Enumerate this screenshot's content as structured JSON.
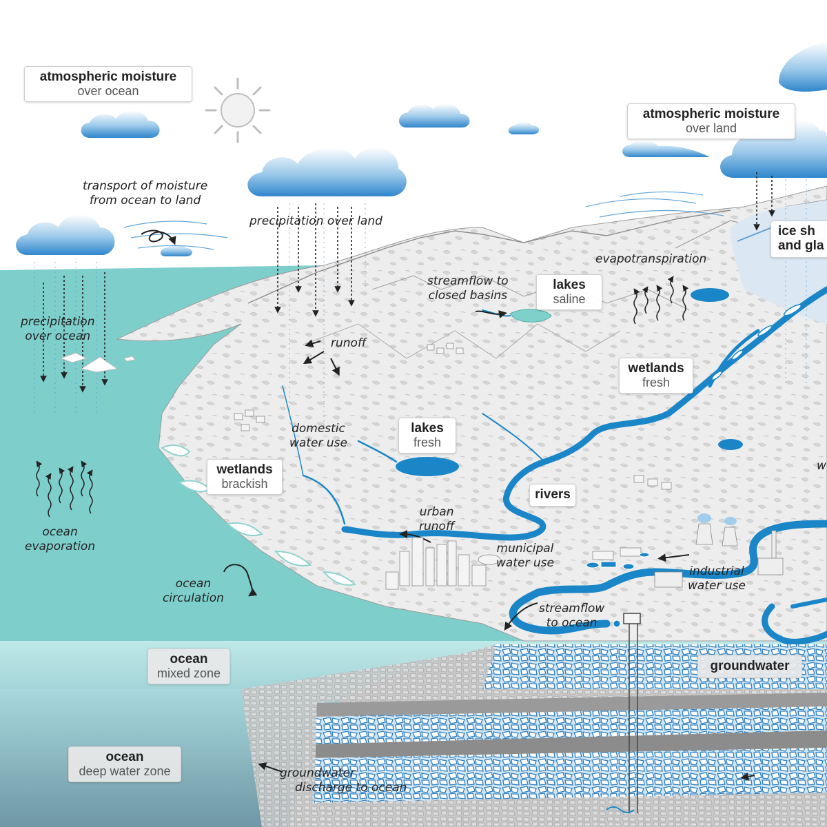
{
  "colors": {
    "ocean": "#7ecfcc",
    "ocean_mixed": "#b2e3e3",
    "ocean_deep": "#7fa8b5",
    "river": "#1a86c8",
    "cloud_blue": "#3a8fd0",
    "groundwater": "#2f7fbf",
    "land": "#e9e9e9"
  },
  "icons": [
    "sun-icon",
    "cloud-icon",
    "rain-arrow-icon",
    "evaporation-arrow-icon",
    "circulation-arrow-icon",
    "city-icon",
    "power-plant-icon",
    "well-icon"
  ],
  "boxes": {
    "atm_ocean": {
      "title": "atmospheric moisture",
      "sub": "over ocean"
    },
    "atm_land": {
      "title": "atmospheric moisture",
      "sub": "over land"
    },
    "ice": {
      "title": "ice sh",
      "title2": "and gla"
    },
    "lakes_saline": {
      "title": "lakes",
      "sub": "saline"
    },
    "wetlands_fresh": {
      "title": "wetlands",
      "sub": "fresh"
    },
    "lakes_fresh": {
      "title": "lakes",
      "sub": "fresh"
    },
    "wetlands_brackish": {
      "title": "wetlands",
      "sub": "brackish"
    },
    "rivers": {
      "title": "rivers"
    },
    "groundwater": {
      "title": "groundwater"
    },
    "ocean_mixed": {
      "title": "ocean",
      "sub": "mixed zone"
    },
    "ocean_deep": {
      "title": "ocean",
      "sub": "deep water zone"
    }
  },
  "labels": {
    "transport": [
      "transport of moisture",
      "from ocean to land"
    ],
    "precip_land": [
      "precipitation over land"
    ],
    "precip_ocean": [
      "precipitation",
      "over ocean"
    ],
    "streamflow_closed": [
      "streamflow to",
      "closed basins"
    ],
    "evapotranspiration": [
      "evapotranspiration"
    ],
    "runoff": [
      "runoff"
    ],
    "domestic": [
      "domestic",
      "water use"
    ],
    "urban_runoff": [
      "urban",
      "runoff"
    ],
    "municipal": [
      "municipal",
      "water use"
    ],
    "industrial": [
      "industrial",
      "water use"
    ],
    "streamflow_ocean": [
      "streamflow",
      "to ocean"
    ],
    "ocean_evap": [
      "ocean",
      "evaporation"
    ],
    "ocean_circ": [
      "ocean",
      "circulation"
    ],
    "gw_discharge": [
      "groundwater",
      "discharge to ocean"
    ],
    "edge_w": [
      "w"
    ]
  }
}
